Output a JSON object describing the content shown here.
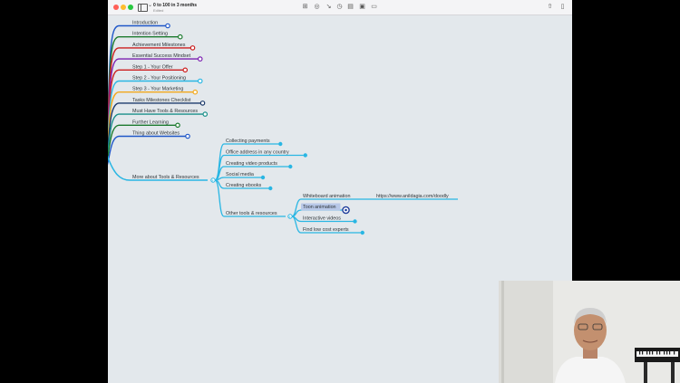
{
  "window": {
    "title": "0 to 100 in 3 months",
    "subtitle": "Edited"
  },
  "toolbar": {
    "icons": [
      "grid-icon",
      "check-circle-icon",
      "connect-icon",
      "clock-icon",
      "note-icon",
      "image-icon",
      "presentation-icon",
      "share-icon",
      "sidebar-icon"
    ]
  },
  "colors": {
    "canvas": "#e3e8ec",
    "cyan": "#29b6e3",
    "blue": "#1f57c8",
    "green": "#1b7a2e",
    "red": "#cc1f1f",
    "purple": "#7a1fb0",
    "orange": "#f2a81c",
    "navy": "#1c3a6b",
    "teal": "#1a8f8a",
    "selection": "#b8c8e8"
  },
  "main_topics": [
    {
      "label": "Introduction",
      "color": "#1f57c8"
    },
    {
      "label": "Intention Setting",
      "color": "#1b7a2e"
    },
    {
      "label": "Achievement Milestones",
      "color": "#cc1f1f"
    },
    {
      "label": "Essential Success Mindset",
      "color": "#7a1fb0"
    },
    {
      "label": "Step 1 - Your Offer",
      "color": "#cc1f1f"
    },
    {
      "label": "Step 2 - Your Positioning",
      "color": "#29b6e3"
    },
    {
      "label": "Step 3 - Your Marketing",
      "color": "#f2a81c"
    },
    {
      "label": "Tasks Milestones Checklist",
      "color": "#1c3a6b"
    },
    {
      "label": "Must Have Tools & Resources",
      "color": "#1a8f8a"
    },
    {
      "label": "Further Learning",
      "color": "#1b7a2e"
    },
    {
      "label": "Thing about Websites",
      "color": "#1f57c8"
    }
  ],
  "more_tools": {
    "label": "More about Tools & Resources",
    "children": [
      "Collecting payments",
      "Office address in any country",
      "Creating video products",
      "Social media",
      "Creating ebooks"
    ],
    "other": {
      "label": "Other tools & resources",
      "children": [
        "Whiteboard animation",
        "Toon animation",
        "Interactive videos",
        "Find low cost experts"
      ],
      "url": "https://www.anildagia.com/doodly",
      "selected": "Toon animation"
    }
  }
}
